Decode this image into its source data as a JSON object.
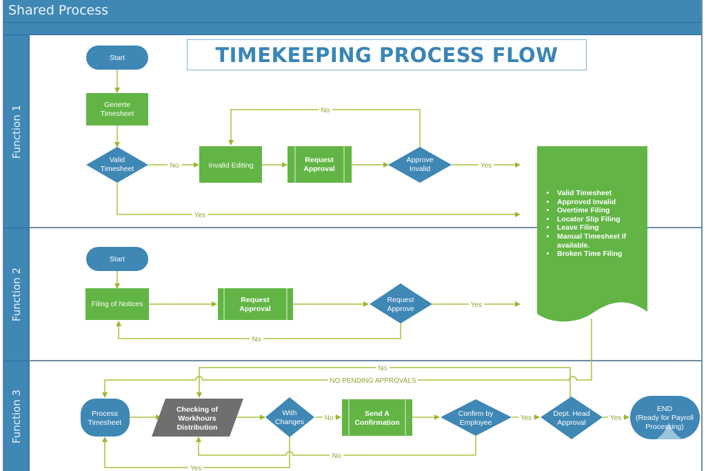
{
  "header": {
    "title": "Shared Process"
  },
  "lanes": [
    {
      "label": "Function 1"
    },
    {
      "label": "Function 2"
    },
    {
      "label": "Function 3"
    }
  ],
  "diagram_title": "TIMEKEEPING PROCESS FLOW",
  "colors": {
    "header_blue": "#3f87b5",
    "decision_blue": "#3f87b5",
    "process_green": "#62b544",
    "data_gray": "#6f6f6f",
    "connector_green": "#a4c23a"
  },
  "nodes": {
    "f1_start": {
      "label": "Start"
    },
    "generate_timesheet": {
      "lines": [
        "Generte",
        "Timesheet"
      ]
    },
    "valid_timesheet": {
      "lines": [
        "Valid",
        "Timesheet"
      ]
    },
    "invalid_editing": {
      "lines": [
        "Invalid Editing"
      ]
    },
    "f1_request_approval": {
      "lines": [
        "Request",
        "Approval"
      ]
    },
    "approve_invalid": {
      "lines": [
        "Approve",
        "Invalid"
      ]
    },
    "f2_start": {
      "label": "Start"
    },
    "filing_of_notices": {
      "lines": [
        "Filing of Notices"
      ]
    },
    "f2_request_approval": {
      "lines": [
        "Request",
        "Approval"
      ]
    },
    "request_approve": {
      "lines": [
        "Request",
        "Approve"
      ]
    },
    "process_timesheet": {
      "lines": [
        "Process",
        "Timesheet"
      ]
    },
    "checking_workhours": {
      "lines": [
        "Checking of",
        "Workhours",
        "Distribution"
      ]
    },
    "with_changes": {
      "lines": [
        "With",
        "Changes"
      ]
    },
    "send_confirmation": {
      "lines": [
        "Send A",
        "Confirmation"
      ]
    },
    "confirm_by_employee": {
      "lines": [
        "Confirm by",
        "Employee"
      ]
    },
    "dept_head_approval": {
      "lines": [
        "Dept. Head",
        "Approval"
      ]
    },
    "end": {
      "lines": [
        "END",
        "(Ready for Payroll",
        "Processing)"
      ]
    }
  },
  "document_list": [
    "Valid Timesheet",
    "Approved Invalid",
    "Overtime Filing",
    "Locator Slip Filing",
    "Leave Filing",
    "Manual Timesheet if available.",
    "Broken Time Filing"
  ],
  "connector_labels": {
    "valid_no": "No",
    "approve_invalid_no": "No",
    "approve_invalid_yes": "Yes",
    "valid_yes": "Yes",
    "request_approve_yes": "Yes",
    "request_approve_no": "No",
    "dept_no": "No",
    "no_pending": "NO PENDING APPROVALS",
    "with_changes_no": "No",
    "confirm_yes": "Yes",
    "dept_yes": "Yes",
    "confirm_no": "No",
    "with_changes_yes": "Yes"
  }
}
